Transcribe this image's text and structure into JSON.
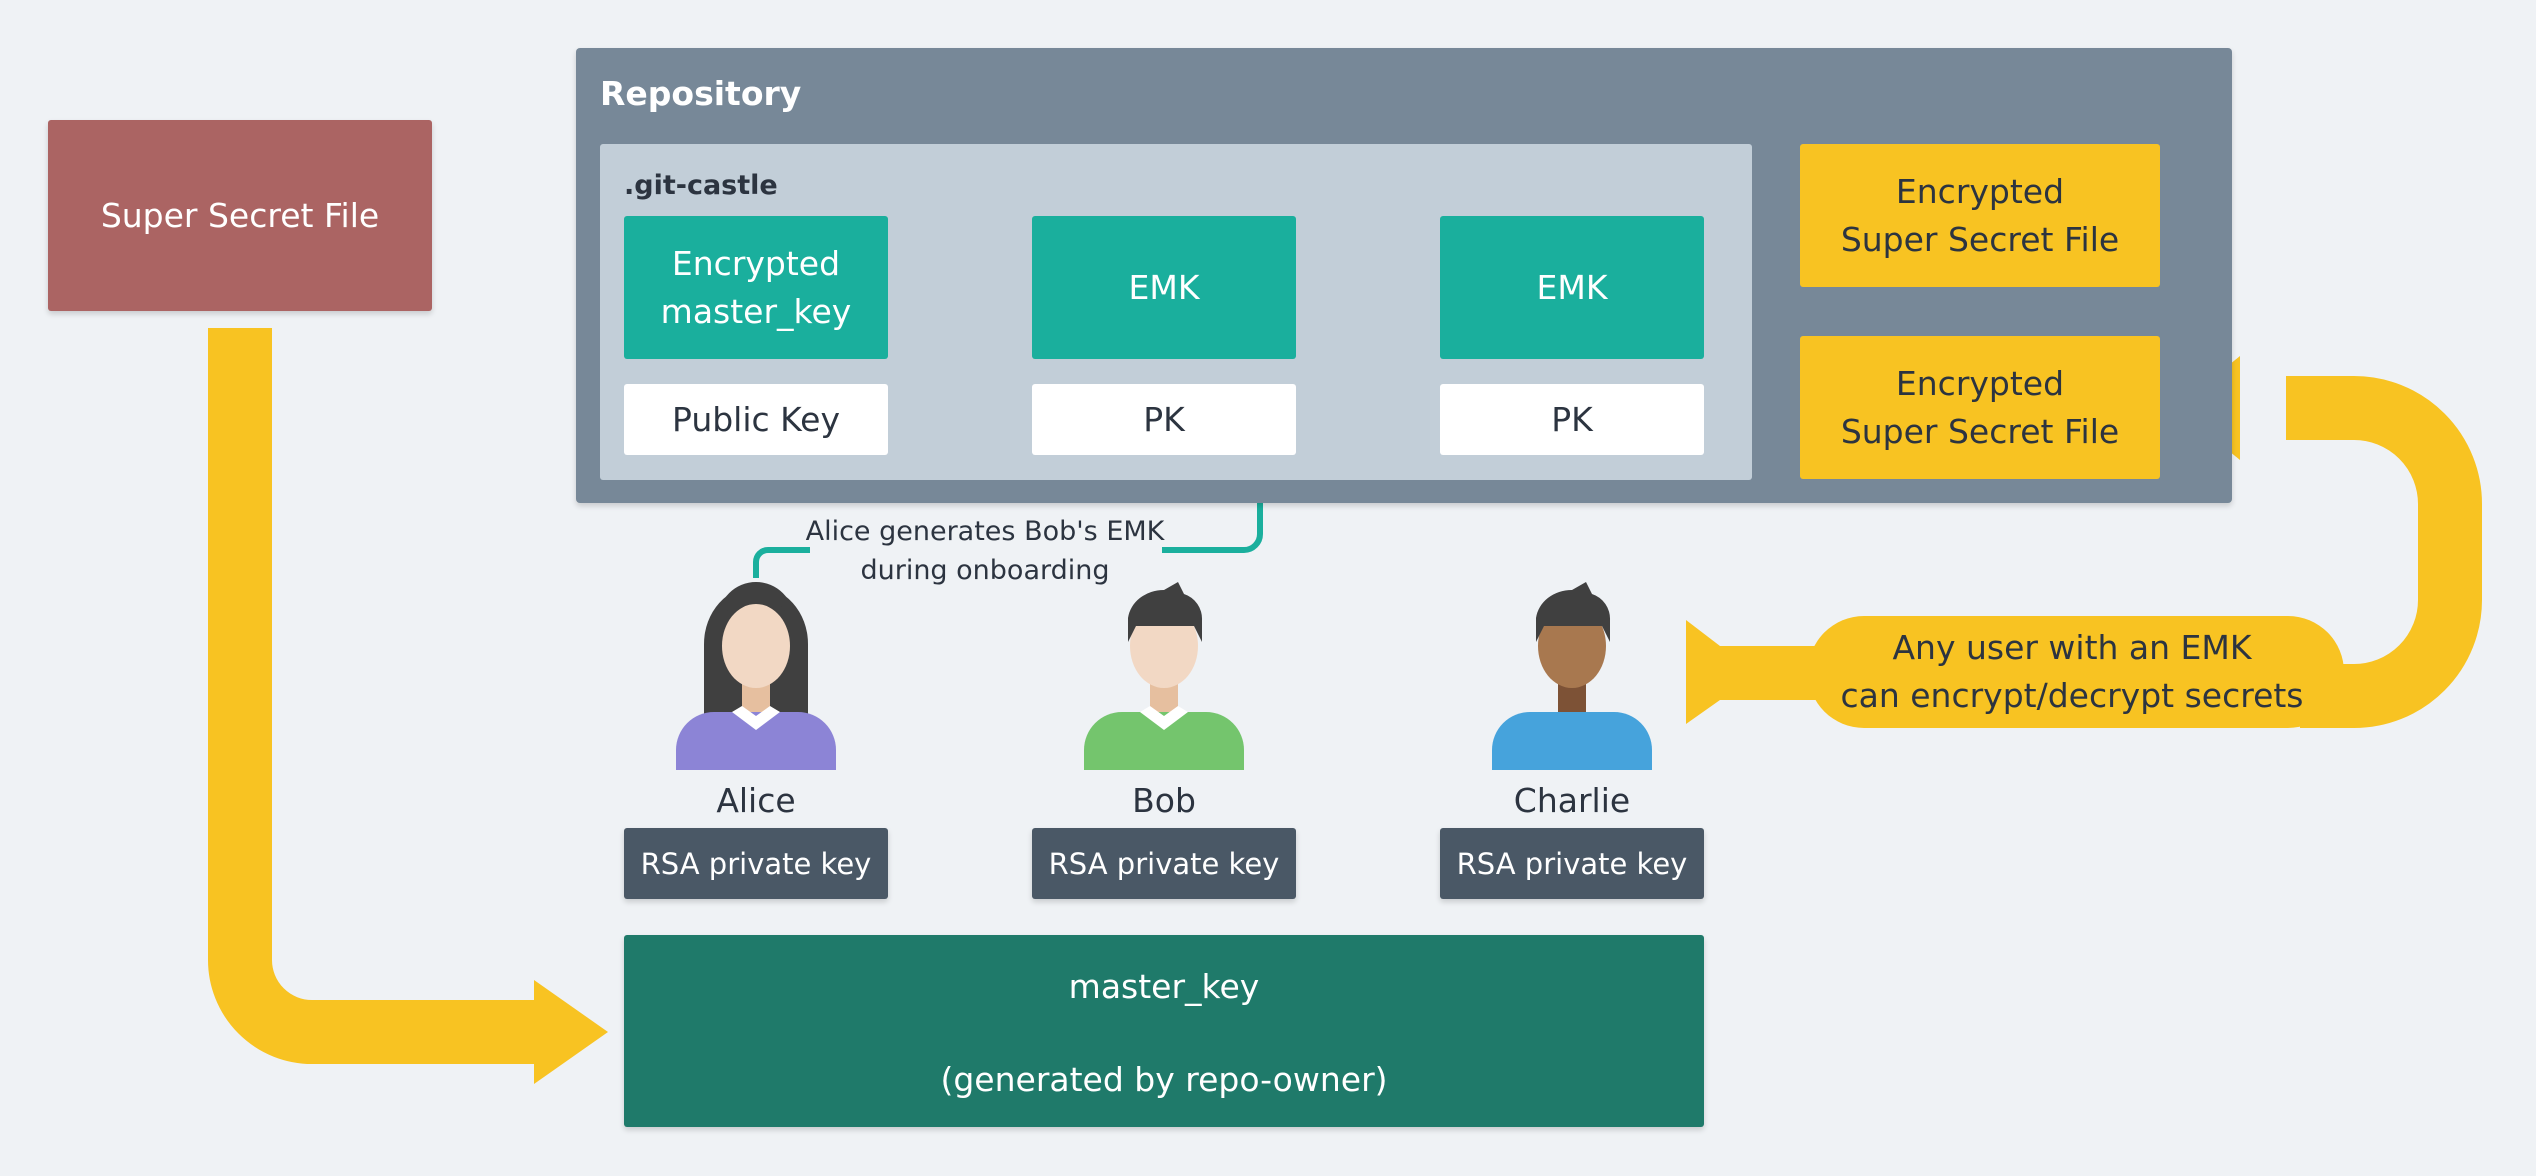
{
  "super_secret_file": "Super Secret File",
  "repository": {
    "title": "Repository",
    "git_castle": {
      "title": ".git-castle",
      "keys": [
        {
          "encrypted": "Encrypted\nmaster_key",
          "public": "Public Key"
        },
        {
          "encrypted": "EMK",
          "public": "PK"
        },
        {
          "encrypted": "EMK",
          "public": "PK"
        }
      ]
    },
    "encrypted_files": [
      "Encrypted\nSuper Secret File",
      "Encrypted\nSuper Secret File"
    ]
  },
  "annotations": {
    "onboarding": "Alice generates Bob's EMK\nduring onboarding",
    "any_user": "Any user with an EMK\ncan encrypt/decrypt secrets"
  },
  "users": [
    {
      "name": "Alice",
      "private_key": "RSA private key",
      "icon": "woman-avatar-icon",
      "shirt_color": "#8c84d6",
      "skin_color": "#f2d8c4",
      "hair_color": "#404040"
    },
    {
      "name": "Bob",
      "private_key": "RSA private key",
      "icon": "man-avatar-icon",
      "shirt_color": "#74c56d",
      "skin_color": "#f2d8c4",
      "hair_color": "#404040"
    },
    {
      "name": "Charlie",
      "private_key": "RSA private key",
      "icon": "man-avatar-icon",
      "shirt_color": "#46a3dc",
      "skin_color": "#a8784f",
      "hair_color": "#404040"
    }
  ],
  "master_key": {
    "title": "master_key",
    "subtitle": "(generated by repo-owner)"
  },
  "colors": {
    "background": "#eff2f5",
    "super_secret": "#ab6463",
    "repository": "#778898",
    "git_castle": "#c2ced8",
    "emk": "#1aaf9d",
    "encrypted_file": "#f8c322",
    "private_key": "#4a5866",
    "master_key": "#1f7a6a",
    "arrow": "#f8c322",
    "connector": "#1aaf9d"
  }
}
